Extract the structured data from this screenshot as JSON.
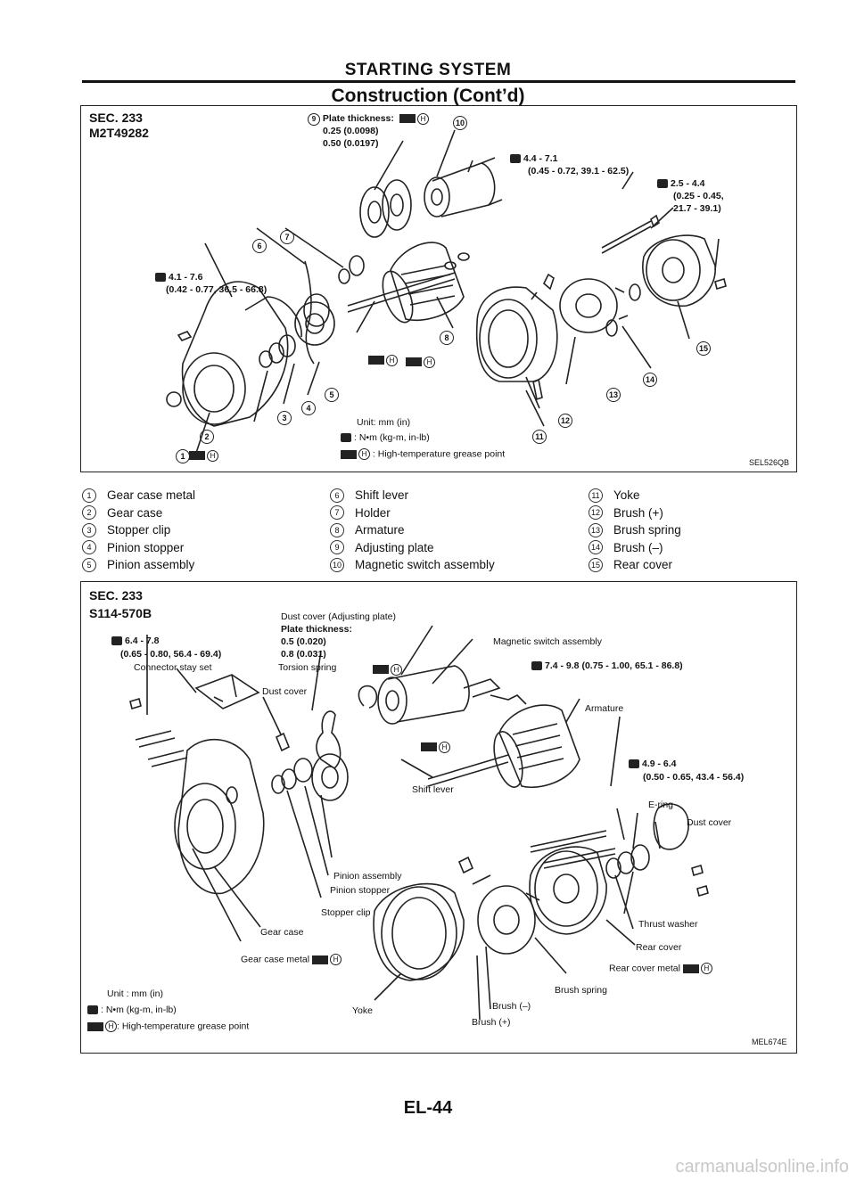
{
  "header": {
    "section_title": "STARTING SYSTEM",
    "page_title": "Construction (Cont’d)"
  },
  "figure1": {
    "sec": "SEC. 233",
    "model": "M2T49282",
    "plate_thickness_label": "Plate thickness:",
    "plate_thickness_1": "0.25 (0.0098)",
    "plate_thickness_2": "0.50 (0.0197)",
    "torque_switch_1": "4.4 - 7.1",
    "torque_switch_2": "(0.45 - 0.72, 39.1 - 62.5)",
    "torque_bolt_1": "2.5 - 4.4",
    "torque_bolt_2": "(0.25 - 0.45,",
    "torque_bolt_3": "21.7 - 39.1)",
    "torque_case_1": "4.1 - 7.6",
    "torque_case_2": "(0.42 - 0.77, 36.5 - 66.8)",
    "unit_line": "Unit: mm (in)",
    "torque_unit": ": N•m (kg-m, in-lb)",
    "grease_note": ": High-temperature grease point",
    "code": "SEL526QB",
    "callouts": [
      "1",
      "2",
      "3",
      "4",
      "5",
      "6",
      "7",
      "8",
      "9",
      "10",
      "11",
      "12",
      "13",
      "14",
      "15"
    ]
  },
  "legend": {
    "col1": [
      {
        "num": "1",
        "label": "Gear case metal"
      },
      {
        "num": "2",
        "label": "Gear case"
      },
      {
        "num": "3",
        "label": "Stopper clip"
      },
      {
        "num": "4",
        "label": "Pinion stopper"
      },
      {
        "num": "5",
        "label": "Pinion assembly"
      }
    ],
    "col2": [
      {
        "num": "6",
        "label": "Shift lever"
      },
      {
        "num": "7",
        "label": "Holder"
      },
      {
        "num": "8",
        "label": "Armature"
      },
      {
        "num": "9",
        "label": "Adjusting plate"
      },
      {
        "num": "10",
        "label": "Magnetic switch assembly"
      }
    ],
    "col3": [
      {
        "num": "11",
        "label": "Yoke"
      },
      {
        "num": "12",
        "label": "Brush (+)"
      },
      {
        "num": "13",
        "label": "Brush spring"
      },
      {
        "num": "14",
        "label": "Brush (–)"
      },
      {
        "num": "15",
        "label": "Rear cover"
      }
    ]
  },
  "figure2": {
    "sec": "SEC. 233",
    "model": "S114-570B",
    "dust_cover_adj": "Dust cover (Adjusting plate)",
    "plate_thickness_label": "Plate thickness:",
    "plate_thickness_1": "0.5 (0.020)",
    "plate_thickness_2": "0.8 (0.031)",
    "torque_case_1": "6.4 - 7.8",
    "torque_case_2": "(0.65 - 0.80, 56.4 - 69.4)",
    "connector": "Connector stay set",
    "torsion_spring": "Torsion spring",
    "magnetic_switch": "Magnetic switch assembly",
    "torque_switch": "7.4 - 9.8 (0.75 - 1.00, 65.1 - 86.8)",
    "dust_cover": "Dust cover",
    "armature": "Armature",
    "torque_bolt_1": "4.9 - 6.4",
    "torque_bolt_2": "(0.50 - 0.65, 43.4 - 56.4)",
    "shift_lever": "Shift lever",
    "e_ring": "E-ring",
    "dust_cover_2": "Dust cover",
    "pinion_assembly": "Pinion assembly",
    "pinion_stopper": "Pinion stopper",
    "stopper_clip": "Stopper clip",
    "gear_case": "Gear case",
    "gear_case_metal": "Gear case metal",
    "thrust_washer": "Thrust washer",
    "rear_cover": "Rear cover",
    "rear_cover_metal": "Rear cover metal",
    "brush_spring": "Brush spring",
    "brush_minus": "Brush (–)",
    "brush_plus": "Brush (+)",
    "yoke": "Yoke",
    "unit_line": "Unit : mm (in)",
    "torque_unit": ": N•m (kg-m, in-lb)",
    "grease_note": ": High-temperature grease point",
    "code": "MEL674E"
  },
  "footer": {
    "page_number": "EL-44"
  },
  "watermark": "carmanualsonline.info",
  "icons": {
    "torque": "torque-wrench-icon",
    "grease": "grease-point-icon"
  }
}
